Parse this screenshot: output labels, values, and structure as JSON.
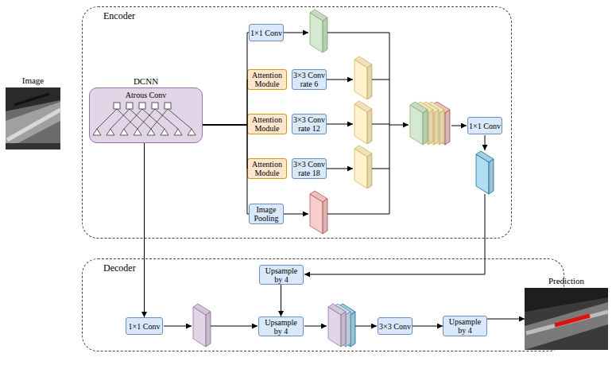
{
  "diagram": {
    "nodes": [
      {
        "text": [
          "Image"
        ]
      },
      {
        "text": [
          "Encoder"
        ]
      },
      {
        "text": [
          "DCNN",
          "Atrous Conv"
        ],
        "in": 1
      },
      {
        "text": [
          "1×1 Conv"
        ],
        "in": 1
      },
      {
        "text": [
          "Attention Module"
        ],
        "in": 1
      },
      {
        "text": [
          "3×3 Conv rate 6"
        ],
        "in": 1
      },
      {
        "text": [
          "Attention Module"
        ],
        "in": 1
      },
      {
        "text": [
          "3×3 Conv rate 12"
        ],
        "in": 1
      },
      {
        "text": [
          "Attention Module"
        ],
        "in": 1
      },
      {
        "text": [
          "3×3 Conv rate 18"
        ],
        "in": 1
      },
      {
        "text": [
          "Image Pooling"
        ],
        "in": 1
      },
      {
        "text": [
          "1×1 Conv"
        ],
        "in": 1
      },
      {
        "text": [
          "Decoder"
        ]
      },
      {
        "text": [
          "Upsample by 4"
        ],
        "in": 12
      },
      {
        "text": [
          "1×1 Conv"
        ],
        "in": 12
      },
      {
        "text": [
          "Upsample by 4"
        ],
        "in": 12
      },
      {
        "text": [
          "3×3 Conv"
        ],
        "in": 12
      },
      {
        "text": [
          "Upsample by 4"
        ],
        "in": 12
      },
      {
        "text": [
          "Prediction"
        ]
      }
    ],
    "edges": [
      {
        "from": 2,
        "to": 3,
        "arrow": "none"
      },
      {
        "from": 2,
        "to": 4,
        "arrow": "none"
      },
      {
        "from": 2,
        "to": 6,
        "arrow": "none"
      },
      {
        "from": 2,
        "to": 8,
        "arrow": "none"
      },
      {
        "from": 2,
        "to": 10,
        "arrow": "none"
      },
      {
        "from": 2,
        "to": 14,
        "arrow": "to"
      },
      {
        "from": 13,
        "to": 15,
        "arrow": "to"
      },
      {
        "from": 16,
        "to": 17,
        "arrow": "to"
      },
      {
        "from": 17,
        "to": 18,
        "arrow": "to"
      }
    ]
  }
}
